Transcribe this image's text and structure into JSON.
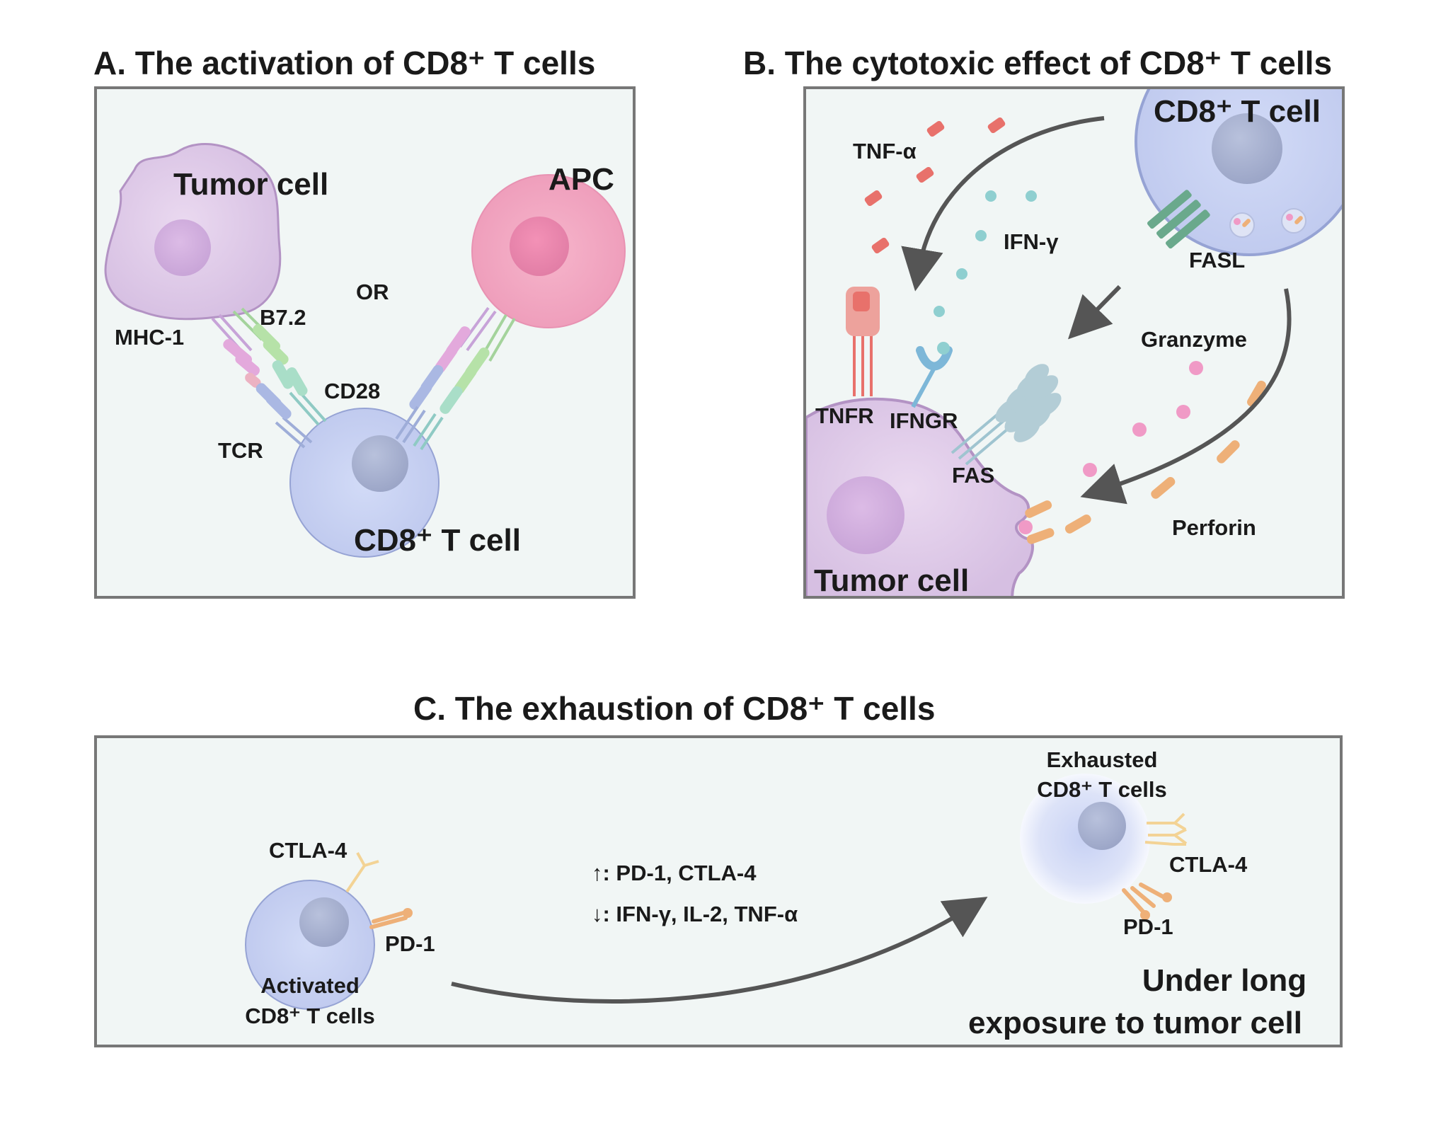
{
  "panel_a": {
    "title": "A. The activation of CD8⁺ T cells",
    "tumor_cell": "Tumor cell",
    "apc": "APC",
    "mhc1": "MHC-1",
    "b72": "B7.2",
    "or": "OR",
    "cd28": "CD28",
    "tcr": "TCR",
    "t_cell": "CD8⁺ T cell"
  },
  "panel_b": {
    "title": "B. The cytotoxic effect of CD8⁺ T cells",
    "t_cell": "CD8⁺ T cell",
    "tnf_alpha": "TNF-α",
    "ifn_gamma": "IFN-γ",
    "fasl": "FASL",
    "granzyme": "Granzyme",
    "tnfr": "TNFR",
    "ifngr": "IFNGR",
    "fas": "FAS",
    "perforin": "Perforin",
    "tumor_cell": "Tumor cell"
  },
  "panel_c": {
    "title": "C. The exhaustion of CD8⁺ T cells",
    "ctla4_left": "CTLA-4",
    "pd1_left": "PD-1",
    "activated_line1": "Activated",
    "activated_line2": "CD8⁺ T cells",
    "up_line": "↑: PD-1, CTLA-4",
    "down_line": "↓: IFN-γ,  IL-2, TNF-α",
    "exhausted_line1": "Exhausted",
    "exhausted_line2": "CD8⁺ T cells",
    "ctla4_right": "CTLA-4",
    "pd1_right": "PD-1",
    "exposure_line1": "Under long",
    "exposure_line2": "exposure to tumor cell"
  },
  "colors": {
    "frame_fill": "#f1f6f5",
    "tumor_purple": "#dcc4e4",
    "t_cell_blue": "#c3cdf0",
    "apc_pink": "#f2a3bf",
    "tnf_red": "#e8716b",
    "ifn_teal": "#8fcfd0",
    "granzyme_pink": "#f09ac6",
    "perforin_orange": "#eeb078",
    "fasl_green": "#6aa98c"
  }
}
